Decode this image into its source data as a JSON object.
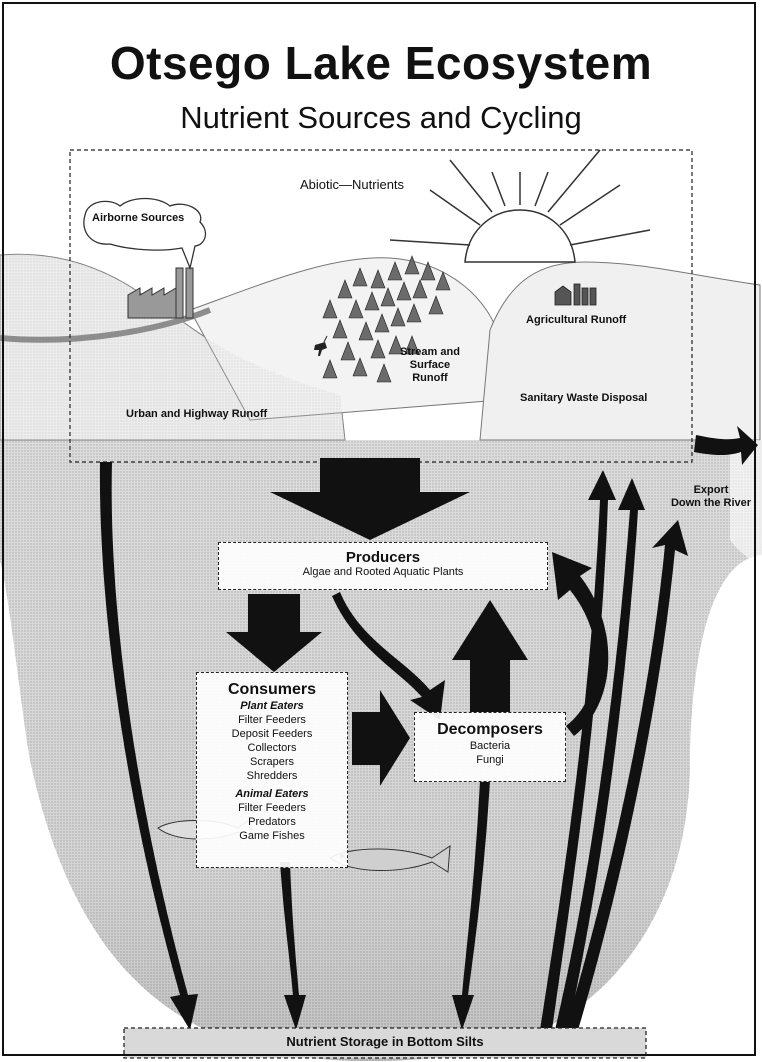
{
  "title": "Otsego Lake Ecosystem",
  "subtitle": "Nutrient Sources and Cycling",
  "abiotic_label": "Abiotic—Nutrients",
  "sources": {
    "airborne": "Airborne Sources",
    "urban": "Urban and Highway Runoff",
    "stream": [
      "Stream and",
      "Surface",
      "Runoff"
    ],
    "agricultural": "Agricultural Runoff",
    "sanitary": "Sanitary Waste Disposal"
  },
  "export": [
    "Export",
    "Down the River"
  ],
  "producers": {
    "title": "Producers",
    "subtitle": "Algae and Rooted Aquatic Plants"
  },
  "consumers": {
    "title": "Consumers",
    "plant_eaters_heading": "Plant Eaters",
    "plant_eaters": [
      "Filter Feeders",
      "Deposit Feeders",
      "Collectors",
      "Scrapers",
      "Shredders"
    ],
    "animal_eaters_heading": "Animal Eaters",
    "animal_eaters": [
      "Filter Feeders",
      "Predators",
      "Game Fishes"
    ]
  },
  "decomposers": {
    "title": "Decomposers",
    "items": [
      "Bacteria",
      "Fungi"
    ]
  },
  "storage_label": "Nutrient Storage in Bottom Silts"
}
